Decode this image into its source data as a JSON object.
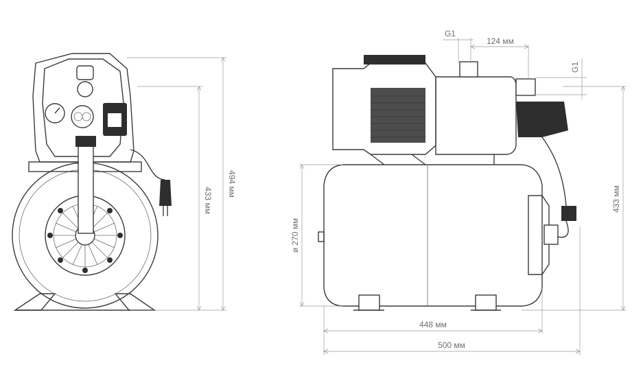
{
  "front_view": {
    "dim_height_total": "494 мм",
    "dim_height_tank": "433 мм"
  },
  "side_view": {
    "dim_inlet": "G1",
    "dim_inlet_offset": "124 мм",
    "dim_outlet": "G1",
    "dim_diameter": "ø 270 мм",
    "dim_height": "433 мм",
    "dim_tank_length": "448 мм",
    "dim_total_length": "500 мм"
  }
}
